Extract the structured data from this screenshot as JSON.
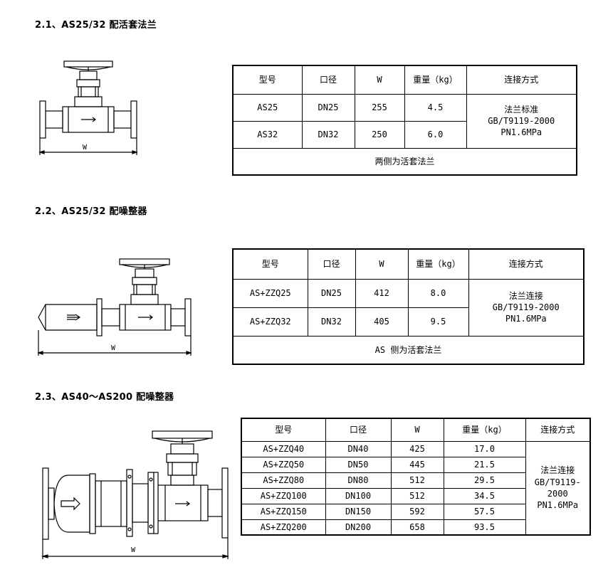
{
  "sections": [
    {
      "heading": "2.1、AS25/32 配活套法兰",
      "headers": [
        "型号",
        "口径",
        "W",
        "重量（kg）",
        "连接方式"
      ],
      "rows": [
        [
          "AS25",
          "DN25",
          "255",
          "4.5"
        ],
        [
          "AS32",
          "DN32",
          "250",
          "6.0"
        ]
      ],
      "connection": [
        "法兰标准",
        "GB/T9119-2000",
        "PN1.6MPa"
      ],
      "footer": "两侧为活套法兰",
      "dim_label": "W"
    },
    {
      "heading": "2.2、AS25/32 配噪整器",
      "headers": [
        "型号",
        "口径",
        "W",
        "重量（kg）",
        "连接方式"
      ],
      "rows": [
        [
          "AS+ZZQ25",
          "DN25",
          "412",
          "8.0"
        ],
        [
          "AS+ZZQ32",
          "DN32",
          "405",
          "9.5"
        ]
      ],
      "connection": [
        "法兰连接",
        "GB/T9119-2000",
        "PN1.6MPa"
      ],
      "footer": "AS 侧为活套法兰",
      "dim_label": "W"
    },
    {
      "heading": "2.3、AS40～AS200 配噪整器",
      "headers": [
        "型号",
        "口径",
        "W",
        "重量（kg）",
        "连接方式"
      ],
      "rows": [
        [
          "AS+ZZQ40",
          "DN40",
          "425",
          "17.0"
        ],
        [
          "AS+ZZQ50",
          "DN50",
          "445",
          "21.5"
        ],
        [
          "AS+ZZQ80",
          "DN80",
          "512",
          "29.5"
        ],
        [
          "AS+ZZQ100",
          "DN100",
          "512",
          "34.5"
        ],
        [
          "AS+ZZQ150",
          "DN150",
          "592",
          "57.5"
        ],
        [
          "AS+ZZQ200",
          "DN200",
          "658",
          "93.5"
        ]
      ],
      "connection": [
        "法兰连接",
        "GB/T9119-",
        "2000",
        "PN1.6MPa"
      ],
      "dim_label": "W"
    }
  ]
}
